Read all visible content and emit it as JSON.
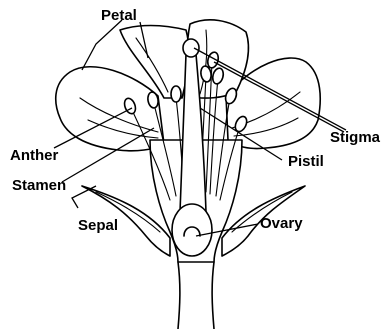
{
  "labels": {
    "petal": "Petal",
    "stigma": "Stigma",
    "anther": "Anther",
    "pistil": "Pistil",
    "stamen": "Stamen",
    "sepal": "Sepal",
    "ovary": "Ovary"
  }
}
